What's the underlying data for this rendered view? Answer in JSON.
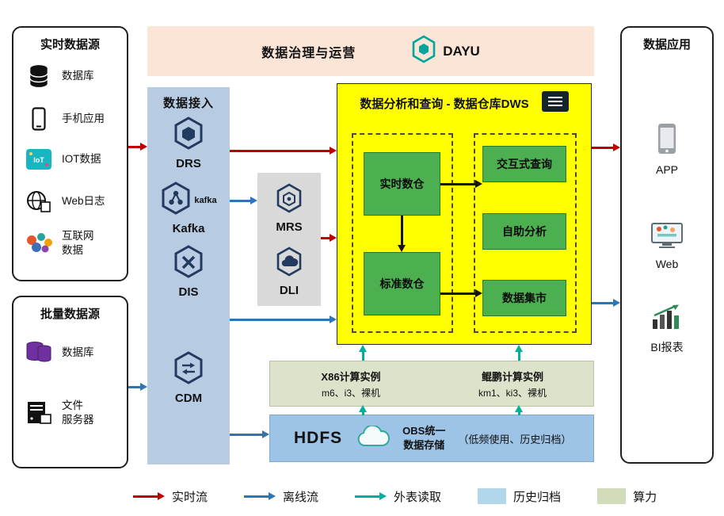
{
  "governance": {
    "title": "数据治理与运营",
    "brand": "DAYU"
  },
  "realtime_sources": {
    "title": "实时数据源",
    "items": [
      {
        "label": "数据库",
        "icon": "database-icon"
      },
      {
        "label": "手机应用",
        "icon": "mobile-phone-icon"
      },
      {
        "label": "IOT数据",
        "icon": "iot-icon"
      },
      {
        "label": "Web日志",
        "icon": "web-log-icon"
      },
      {
        "label": "互联网\n数据",
        "icon": "internet-data-icon"
      }
    ]
  },
  "batch_sources": {
    "title": "批量数据源",
    "items": [
      {
        "label": "数据库",
        "icon": "purple-database-icon"
      },
      {
        "label": "文件\n服务器",
        "icon": "file-server-icon"
      }
    ]
  },
  "ingestion": {
    "title": "数据接入",
    "items": [
      {
        "label": "DRS"
      },
      {
        "label": "Kafka",
        "badge": "kafka"
      },
      {
        "label": "DIS"
      },
      {
        "label": "CDM"
      }
    ]
  },
  "middleware": {
    "items": [
      {
        "label": "MRS"
      },
      {
        "label": "DLI"
      }
    ]
  },
  "dws": {
    "title": "数据分析和查询 - 数据仓库DWS",
    "warehouses": [
      "实时数仓",
      "标准数仓"
    ],
    "services": [
      "交互式查询",
      "自助分析",
      "数据集市"
    ]
  },
  "compute": {
    "x86": {
      "title": "X86计算实例",
      "subtitle": "m6、i3、裸机"
    },
    "kunpeng": {
      "title": "鲲鹏计算实例",
      "subtitle": "km1、ki3、裸机"
    }
  },
  "storage": {
    "hdfs": "HDFS",
    "obs": "OBS统一\n数据存储",
    "note": "（低频使用、历史归档）"
  },
  "applications": {
    "title": "数据应用",
    "items": [
      {
        "label": "APP"
      },
      {
        "label": "Web"
      },
      {
        "label": "BI报表"
      }
    ]
  },
  "legend": {
    "items": [
      {
        "label": "实时流",
        "color": "#c00000",
        "type": "arrow"
      },
      {
        "label": "离线流",
        "color": "#2e75b6",
        "type": "arrow"
      },
      {
        "label": "外表读取",
        "color": "#00b09b",
        "type": "arrow"
      },
      {
        "label": "历史归档",
        "color": "#b3d7ea",
        "type": "swatch"
      },
      {
        "label": "算力",
        "color": "#d3dcba",
        "type": "swatch"
      }
    ]
  }
}
